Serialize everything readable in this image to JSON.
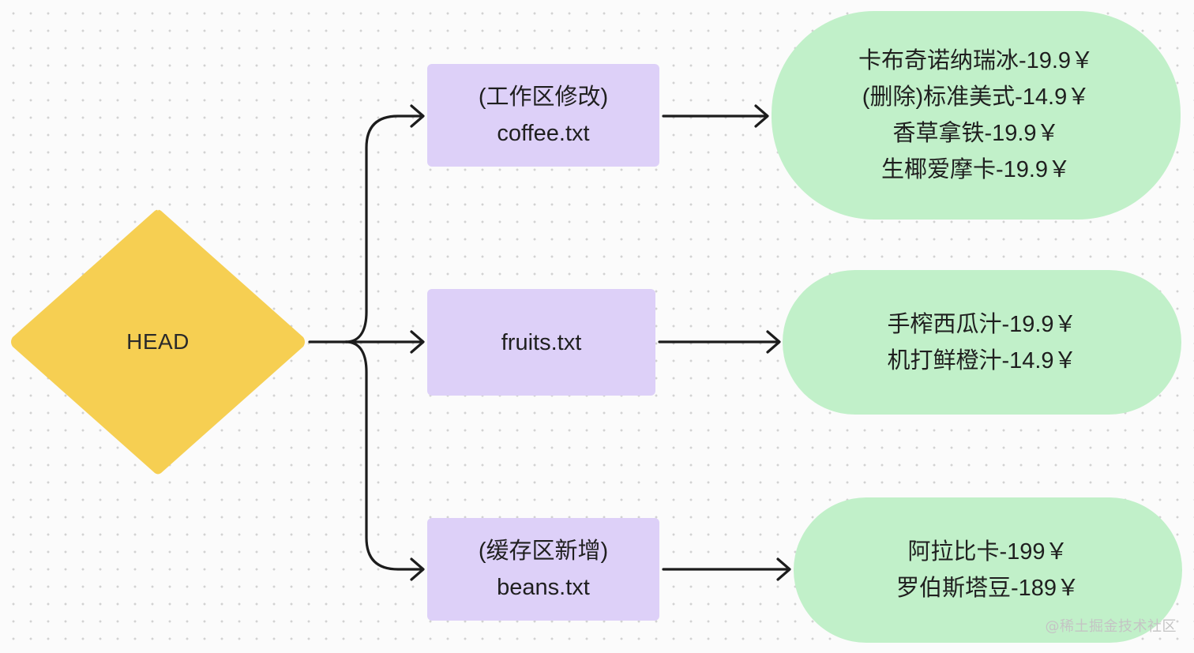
{
  "head": {
    "label": "HEAD"
  },
  "files": [
    {
      "lines": [
        "(工作区修改)",
        "coffee.txt"
      ]
    },
    {
      "lines": [
        "fruits.txt"
      ]
    },
    {
      "lines": [
        "(缓存区新增)",
        "beans.txt"
      ]
    }
  ],
  "contents": [
    {
      "lines": [
        "卡布奇诺纳瑞冰-19.9￥",
        "(删除)标准美式-14.9￥",
        "香草拿铁-19.9￥",
        "生椰爱摩卡-19.9￥"
      ]
    },
    {
      "lines": [
        "手榨西瓜汁-19.9￥",
        "机打鲜橙汁-14.9￥"
      ]
    },
    {
      "lines": [
        "阿拉比卡-199￥",
        "罗伯斯塔豆-189￥"
      ]
    }
  ],
  "colors": {
    "head_fill": "#f6cf52",
    "file_fill": "#ddd0f8",
    "content_fill": "#c1f0c9",
    "edge": "#1c1c1c"
  },
  "watermark": "@稀土掘金技术社区"
}
